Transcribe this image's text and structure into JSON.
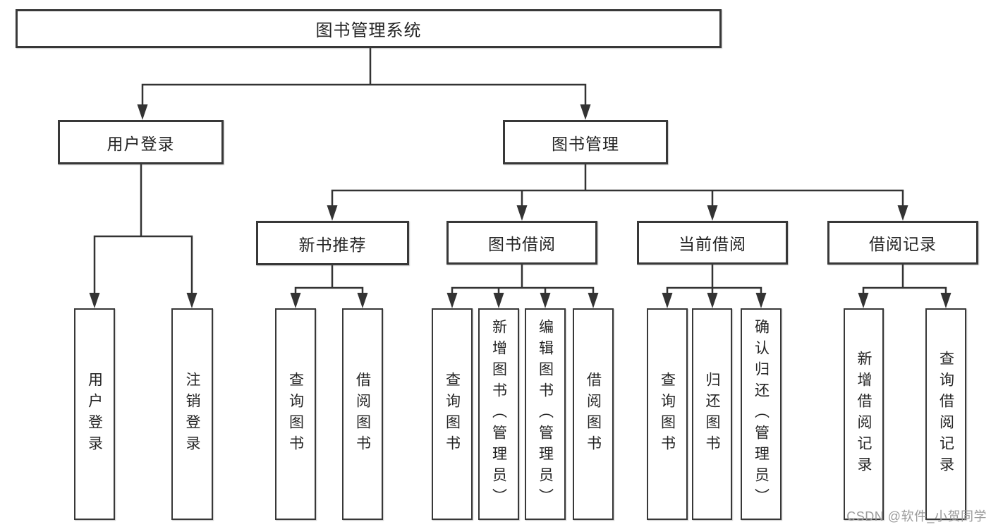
{
  "title": "图书管理系统",
  "tree": {
    "user_login": {
      "label": "用户登录",
      "children": [
        "用户登录",
        "注销登录"
      ]
    },
    "book_management": {
      "label": "图书管理",
      "sections": [
        {
          "label": "新书推荐",
          "children": [
            "查询图书",
            "借阅图书"
          ]
        },
        {
          "label": "图书借阅",
          "children": [
            "查询图书",
            "新增图书（管理员）",
            "编辑图书（管理员）",
            "借阅图书"
          ]
        },
        {
          "label": "当前借阅",
          "children": [
            "查询图书",
            "归还图书",
            "确认归还（管理员）"
          ]
        },
        {
          "label": "借阅记录",
          "children": [
            "新增借阅记录",
            "查询借阅记录"
          ]
        }
      ]
    }
  },
  "watermark": "CSDN @软件_小贺同学",
  "colors": {
    "line": "#333333",
    "border": "#383838",
    "text": "#242424",
    "watermark": "#9b9b9b",
    "background": "#ffffff"
  }
}
